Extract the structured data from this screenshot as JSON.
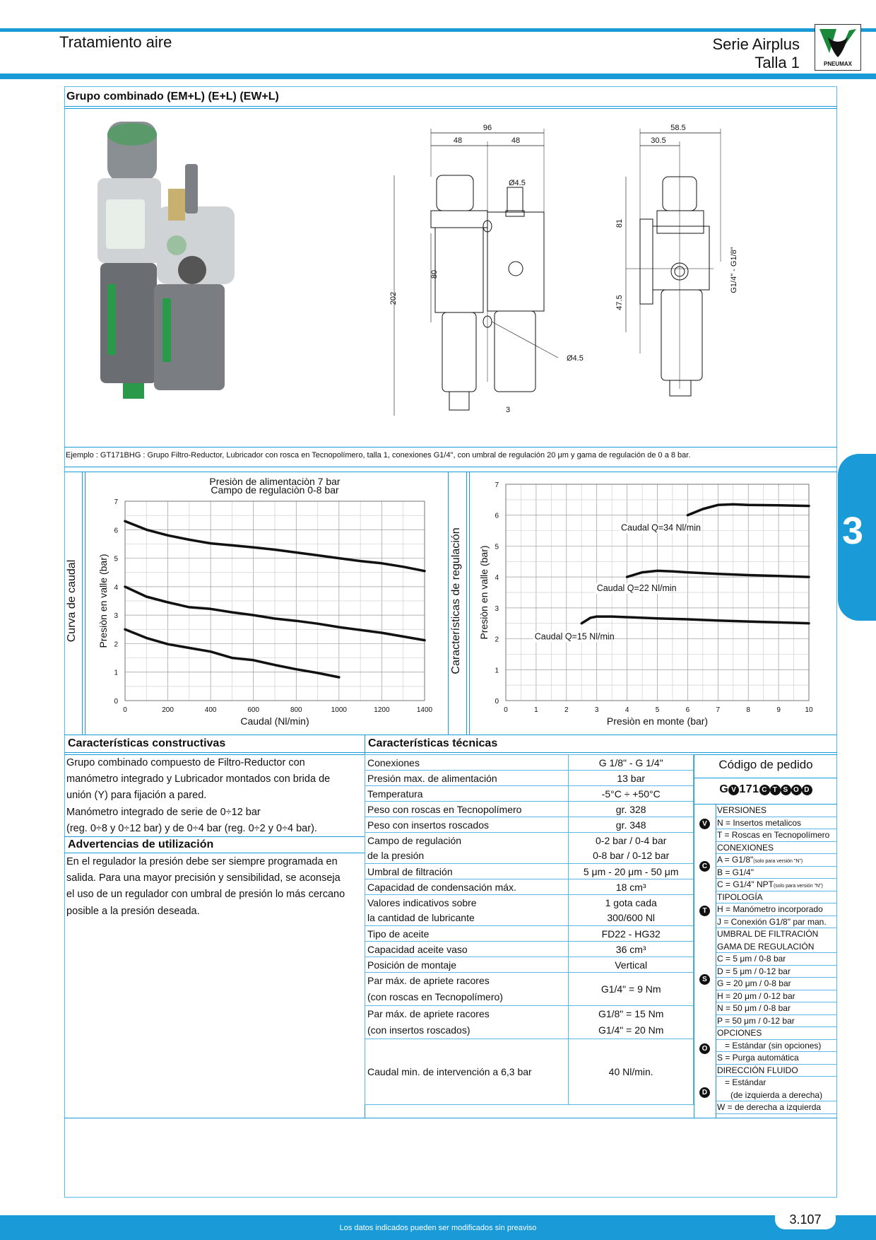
{
  "header": {
    "left_title": "Tratamiento aire",
    "series": "Serie Airplus",
    "size": "Talla 1",
    "logo_text": "PNEUMAX"
  },
  "section_tab": "3",
  "product": {
    "title": "Grupo combinado (EM+L) (E+L) (EW+L)",
    "example": "Ejemplo : GT171BHG : Grupo Filtro-Reductor, Lubricador con rosca en Tecnopolímero, talla 1, conexiones G1/4\", con umbral de regulación 20 μm y gama de regulación de 0 a 8 bar."
  },
  "drawing": {
    "dims_front": [
      "96",
      "48",
      "48",
      "Ø4.5",
      "80",
      "202",
      "Ø4.5",
      "3"
    ],
    "dims_side": [
      "58.5",
      "30.5",
      "81",
      "47.5",
      "G1/4\" - G1/8\""
    ]
  },
  "chart_left_label": "Curva de caudal",
  "chart_right_label": "Características de regulación",
  "chart_data": [
    {
      "type": "line",
      "title": "Presiòn de alimentaciòn 7 bar",
      "subtitle": "Campo de regulaciòn 0-8 bar",
      "xlabel": "Caudal (Nl/min)",
      "ylabel": "Presiòn en valle (bar)",
      "xlim": [
        0,
        1400
      ],
      "ylim": [
        0,
        7
      ],
      "xticks": [
        0,
        200,
        400,
        600,
        800,
        1000,
        1200,
        1400
      ],
      "yticks": [
        0,
        1,
        2,
        3,
        4,
        5,
        6,
        7
      ],
      "grid": true,
      "series": [
        {
          "x": [
            0,
            100,
            200,
            300,
            400,
            500,
            600,
            700,
            800,
            900,
            1000,
            1100,
            1200,
            1300,
            1400
          ],
          "y": [
            6.3,
            6.0,
            5.8,
            5.65,
            5.52,
            5.45,
            5.38,
            5.3,
            5.2,
            5.1,
            5.0,
            4.9,
            4.82,
            4.7,
            4.55
          ]
        },
        {
          "x": [
            0,
            100,
            200,
            300,
            400,
            500,
            600,
            700,
            800,
            900,
            1000,
            1100,
            1200,
            1300,
            1400
          ],
          "y": [
            4.0,
            3.65,
            3.45,
            3.28,
            3.22,
            3.1,
            3.0,
            2.88,
            2.8,
            2.7,
            2.58,
            2.48,
            2.38,
            2.25,
            2.12
          ]
        },
        {
          "x": [
            0,
            100,
            200,
            300,
            400,
            500,
            600,
            700,
            800,
            900,
            1000
          ],
          "y": [
            2.5,
            2.2,
            1.98,
            1.85,
            1.72,
            1.5,
            1.42,
            1.25,
            1.1,
            0.97,
            0.82
          ]
        }
      ]
    },
    {
      "type": "line",
      "xlabel": "Presiòn en monte (bar)",
      "ylabel": "Presiòn en valle (bar)",
      "xlim": [
        0,
        10
      ],
      "ylim": [
        0,
        7
      ],
      "xticks": [
        0,
        1,
        2,
        3,
        4,
        5,
        6,
        7,
        8,
        9,
        10
      ],
      "yticks": [
        0,
        1,
        2,
        3,
        4,
        5,
        6,
        7
      ],
      "grid": true,
      "series": [
        {
          "name": "Caudal Q=34 Nl/min",
          "x": [
            6,
            6.5,
            7,
            7.5,
            8,
            9,
            10
          ],
          "y": [
            6.0,
            6.2,
            6.33,
            6.35,
            6.33,
            6.32,
            6.3
          ]
        },
        {
          "name": "Caudal Q=22 Nl/min",
          "x": [
            4,
            4.5,
            5,
            5.5,
            6,
            7,
            8,
            9,
            10
          ],
          "y": [
            4.0,
            4.15,
            4.2,
            4.18,
            4.15,
            4.1,
            4.06,
            4.03,
            4.0
          ]
        },
        {
          "name": "Caudal Q=15 Nl/min",
          "x": [
            2.5,
            2.8,
            3,
            3.5,
            4,
            5,
            6,
            7,
            8,
            9,
            10
          ],
          "y": [
            2.5,
            2.68,
            2.72,
            2.72,
            2.7,
            2.66,
            2.63,
            2.59,
            2.56,
            2.53,
            2.5
          ]
        }
      ]
    }
  ],
  "construction": {
    "title": "Características constructivas",
    "lines": [
      "Grupo combinado compuesto de Filtro-Reductor con",
      "manómetro integrado y Lubricador montados con brida de",
      "unión (Y) para fijación a pared.",
      "Manómetro integrado de serie de 0÷12 bar",
      "(reg. 0÷8 y 0÷12 bar) y de 0÷4 bar (reg. 0÷2 y 0÷4 bar)."
    ]
  },
  "warnings": {
    "title": "Advertencias de utilización",
    "lines": [
      "En el regulador la presión debe ser siempre programada en",
      "salida. Para una mayor precisión y sensibilidad, se aconseja",
      "el uso de un regulador con umbral de presión lo más cercano",
      "posible a la presión deseada."
    ]
  },
  "technical": {
    "title": "Características técnicas",
    "rows": [
      {
        "label": "Conexiones",
        "value": "G 1/8\" - G 1/4\""
      },
      {
        "label": "Presión max. de alimentación",
        "value": "13 bar"
      },
      {
        "label": "Temperatura",
        "value": "-5°C ÷ +50°C"
      },
      {
        "label": "Peso con roscas en Tecnopolímero",
        "value": "gr. 328"
      },
      {
        "label": "Peso con insertos roscados",
        "value": "gr. 348"
      },
      {
        "label": "Campo de regulación",
        "value": "0-2 bar / 0-4 bar"
      },
      {
        "label": "de la presión",
        "value": "0-8 bar / 0-12 bar"
      },
      {
        "label": "Umbral de filtración",
        "value": "5 μm - 20 μm - 50 μm"
      },
      {
        "label": "Capacidad de condensación máx.",
        "value": "18 cm³"
      },
      {
        "label": "Valores indicativos sobre",
        "value": "1 gota cada"
      },
      {
        "label": "la cantidad de lubricante",
        "value": "300/600 Nl"
      },
      {
        "label": "Tipo de aceite",
        "value": "FD22 - HG32"
      },
      {
        "label": "Capacidad aceite vaso",
        "value": "36 cm³"
      },
      {
        "label": "Posición de montaje",
        "value": "Vertical"
      }
    ],
    "torque_plastic": {
      "label1": "Par máx. de apriete racores",
      "label2": "(con roscas en Tecnopolímero)",
      "value": "G1/4\" = 9 Nm"
    },
    "torque_insert": {
      "label1": "Par máx. de apriete racores",
      "label2": "(con insertos roscados)",
      "value1": "G1/8\" = 15 Nm",
      "value2": "G1/4\" = 20 Nm"
    },
    "min_flow": {
      "label": "Caudal min. de intervención a 6,3 bar",
      "value": "40 Nl/min."
    }
  },
  "order_code": {
    "title": "Código de pedido",
    "code_prefix": "G",
    "code_mid": "171",
    "code_letters": [
      "V",
      "C",
      "T",
      "S",
      "O",
      "D"
    ],
    "groups": [
      {
        "badge": "V",
        "heading": "VERSIONES",
        "items": [
          "N = Insertos metalicos",
          "T = Roscas en Tecnopolímero"
        ]
      },
      {
        "badge": "C",
        "heading": "CONEXIONES",
        "items": [
          "A = G1/8\"",
          "B = G1/4\"",
          "C = G1/4\" NPT"
        ],
        "notes": [
          "(solo para versión \"N\")",
          "(solo para versión \"N\")"
        ]
      },
      {
        "badge": "T",
        "heading": "TIPOLOGÍA",
        "items": [
          "H = Manómetro incorporado",
          "J = Conexión G1/8\" par man."
        ]
      },
      {
        "badge": "S",
        "heading": "UMBRAL DE FILTRACIÓN",
        "heading2": "GAMA DE REGULACIÓN",
        "items": [
          "C = 5 μm / 0-8 bar",
          "D = 5 μm / 0-12 bar",
          "G = 20 μm / 0-8 bar",
          "H = 20 μm / 0-12 bar",
          "N = 50 μm / 0-8 bar",
          "P = 50 μm / 0-12 bar"
        ]
      },
      {
        "badge": "O",
        "heading": "OPCIONES",
        "items": [
          "= Estándar (sin opciones)",
          "S = Purga automática"
        ]
      },
      {
        "badge": "D",
        "heading": "DIRECCIÓN FLUIDO",
        "items": [
          "= Estándar",
          "(de izquierda a derecha)",
          "W = de derecha a izquierda"
        ]
      }
    ]
  },
  "footer": {
    "note": "Los datos indicados pueden ser modificados sin preaviso",
    "page": "3.107"
  }
}
